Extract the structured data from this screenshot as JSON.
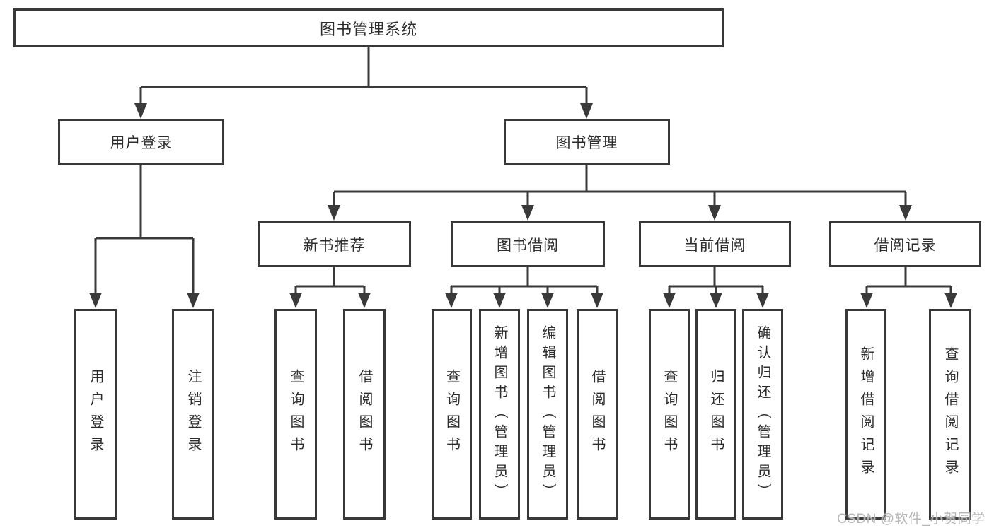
{
  "colors": {
    "line": "#3a3a3a",
    "box_border": "#383838",
    "text": "#2d2d2d",
    "watermark_text": "#b6b6b6",
    "background": "#ffffff"
  },
  "diagram": {
    "root": {
      "label": "图书管理系统"
    },
    "level2": [
      {
        "label": "用户登录"
      },
      {
        "label": "图书管理"
      }
    ],
    "level3": [
      {
        "label": "新书推荐"
      },
      {
        "label": "图书借阅"
      },
      {
        "label": "当前借阅"
      },
      {
        "label": "借阅记录"
      }
    ],
    "leaves": {
      "user_login": [
        "用户登录",
        "注销登录"
      ],
      "new_book_recommend": [
        "查询图书",
        "借阅图书"
      ],
      "book_borrow": [
        "查询图书",
        "新增图书（管理员）",
        "编辑图书（管理员）",
        "借阅图书"
      ],
      "current_borrow": [
        "查询图书",
        "归还图书",
        "确认归还（管理员）"
      ],
      "borrow_record": [
        "新增借阅记录",
        "查询借阅记录"
      ]
    }
  },
  "watermark": {
    "text": "CSDN @软件_小贺同学"
  }
}
